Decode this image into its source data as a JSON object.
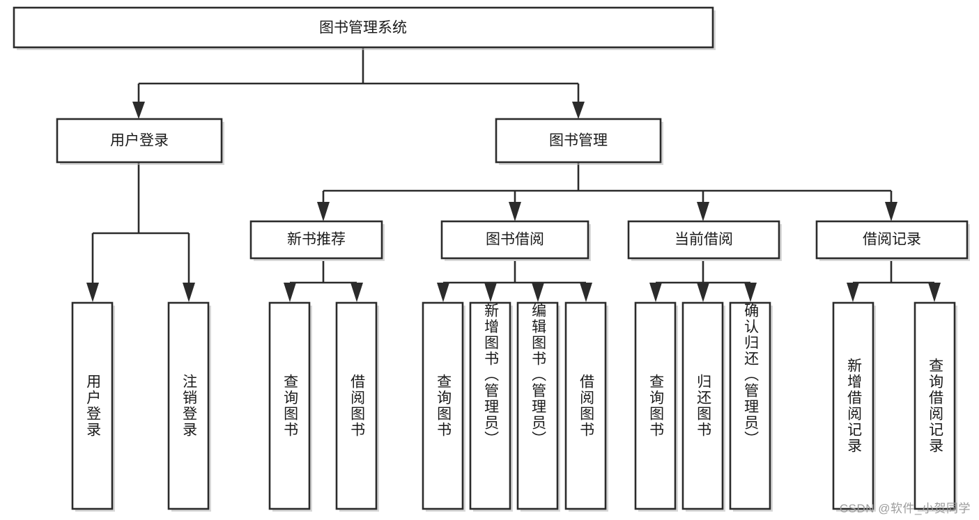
{
  "diagram": {
    "title": "图书管理系统",
    "type": "tree",
    "watermark": "CSDN @软件_小贺同学",
    "colors": {
      "stroke": "#2b2b2b",
      "box_fill": "#ffffff",
      "text": "#1a1a1a",
      "background": "#ffffff",
      "watermark": "#9c9c9c",
      "shadow": "#b8b8b8"
    },
    "root": {
      "label": "图书管理系统"
    },
    "level1": [
      {
        "label": "用户登录"
      },
      {
        "label": "图书管理"
      }
    ],
    "level2": [
      {
        "label": "新书推荐"
      },
      {
        "label": "图书借阅"
      },
      {
        "label": "当前借阅"
      },
      {
        "label": "借阅记录"
      }
    ],
    "leaves": {
      "user_login": [
        {
          "label": "用户登录"
        },
        {
          "label": "注销登录"
        }
      ],
      "new_book": [
        {
          "label": "查询图书"
        },
        {
          "label": "借阅图书"
        }
      ],
      "borrow_book": [
        {
          "label": "查询图书"
        },
        {
          "label": "新增图书（管理员）"
        },
        {
          "label": "编辑图书（管理员）"
        },
        {
          "label": "借阅图书"
        }
      ],
      "current_borrow": [
        {
          "label": "查询图书"
        },
        {
          "label": "归还图书"
        },
        {
          "label": "确认归还（管理员）"
        }
      ],
      "borrow_record": [
        {
          "label": "新增借阅记录"
        },
        {
          "label": "查询借阅记录"
        }
      ]
    }
  }
}
